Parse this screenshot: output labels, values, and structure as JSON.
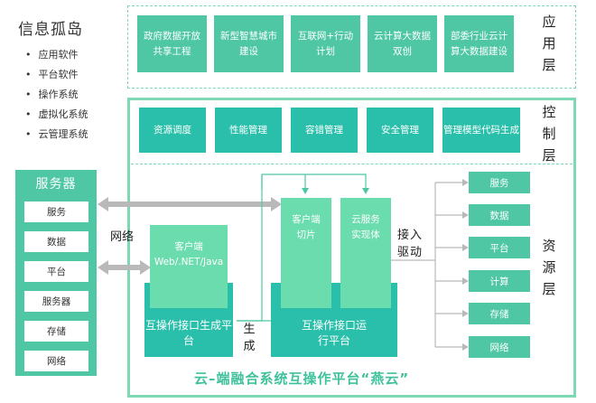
{
  "island": {
    "title": "信息孤岛",
    "items": [
      "应用软件",
      "平台软件",
      "操作系统",
      "虚拟化系统",
      "云管理系统"
    ]
  },
  "application_layer": {
    "label": "应用层",
    "tiles": [
      "政府数据开放共享工程",
      "新型智慧城市建设",
      "互联网+行动计划",
      "云计算大数据双创",
      "部委行业云计算大数据建设"
    ]
  },
  "control_layer": {
    "label": "控制层",
    "tiles": [
      "资源调度",
      "性能管理",
      "容错管理",
      "安全管理",
      "管理模型代码生成"
    ]
  },
  "server": {
    "title": "服务器",
    "items": [
      "服务",
      "数据",
      "平台",
      "服务器",
      "存储",
      "网络"
    ]
  },
  "network_label": "网络",
  "client_tile": "客户端Web/.NET/Java",
  "gen_platform": "互操作接口生成平台",
  "generate_label": "生成",
  "client_slice": "客户端切片",
  "cloud_service": "云服务实现体",
  "run_platform": "互操作接口运行平台",
  "access_driver": "接入驱动",
  "resource_layer": {
    "label": "资源层",
    "tiles": [
      "服务",
      "数据",
      "平台",
      "计算",
      "存储",
      "网络"
    ]
  },
  "footer_title": "云–端融合系统互操作平台“燕云”",
  "colors": {
    "mint": "#4fc7a4",
    "teal": "#2abfaa",
    "light_mint": "#6bdcae",
    "border": "#7fd8b4",
    "arrow_gray": "#b9b9b9"
  }
}
